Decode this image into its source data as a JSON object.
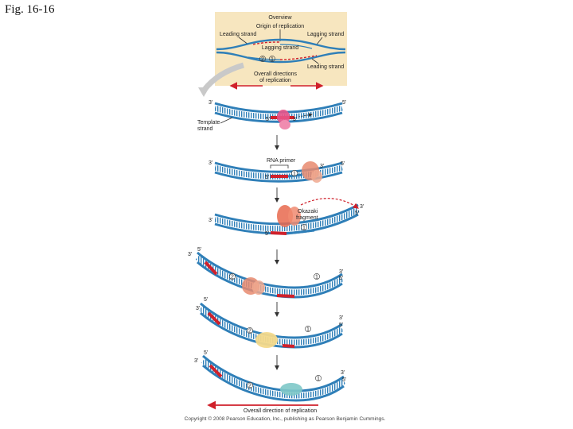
{
  "figure_label": "Fig. 16-16",
  "overview": {
    "title": "Overview",
    "origin": "Origin of replication",
    "leading_left": "Leading strand",
    "lagging_right": "Lagging strand",
    "lagging_mid": "Lagging strand",
    "leading_right": "Leading strand",
    "overall_directions": "Overall directions",
    "of_replication": "of replication",
    "circle_2": "2",
    "circle_1": "1"
  },
  "steps": {
    "template_strand_1": "Template",
    "template_strand_2": "strand",
    "rna_primer": "RNA primer",
    "okazaki_1": "Okazaki",
    "okazaki_2": "fragment",
    "three_prime": "3'",
    "five_prime": "5'",
    "one": "1",
    "two": "2"
  },
  "bottom": {
    "overall_direction": "Overall direction of replication",
    "copyright": "Copyright © 2008 Pearson Education, Inc., publishing as Pearson Benjamin Cummings."
  },
  "colors": {
    "dna_blue": "#2f7fb8",
    "primer_red": "#d0212b",
    "overview_bg": "#f7e6bf",
    "polymerase_pink": "#e8548a",
    "polymerase_orange": "#e88a6e",
    "ligase_yellow": "#f3d98a",
    "ligase_teal": "#7ec8c8"
  }
}
